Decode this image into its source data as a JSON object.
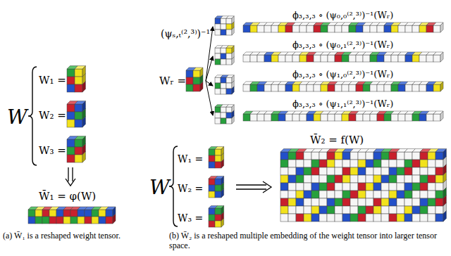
{
  "diagram": {
    "labels": [
      "W",
      "W₁ =",
      "W₂ =",
      "W₃ =",
      "W̄₁ = φ(W)",
      "(a) W̄₁ is a reshaped weight tensor.",
      "(ψₛ,ₜ⁽²,³⁾)⁻¹",
      "Wᵣ =",
      "ϕ₃,₃,₃ ∘ (ψ₀,₀⁽²,³⁾)⁻¹(Wᵣ)",
      "ϕ₃,₃,₃ ∘ (ψ₀,₁⁽²,³⁾)⁻¹(Wᵣ)",
      "ϕ₃,₃,₃ ∘ (ψ₁,₀⁽²,³⁾)⁻¹(Wᵣ)",
      "ϕ₃,₃,₃ ∘ (ψ₁,₁⁽²,³⁾)⁻¹(Wᵣ)",
      "W̄₂ = f(W)",
      "W",
      "W₁ =",
      "W₂ =",
      "W₃ =",
      "(b) W̄₂ is a reshaped multiple embedding of the weight tensor into larger tensor space."
    ]
  }
}
